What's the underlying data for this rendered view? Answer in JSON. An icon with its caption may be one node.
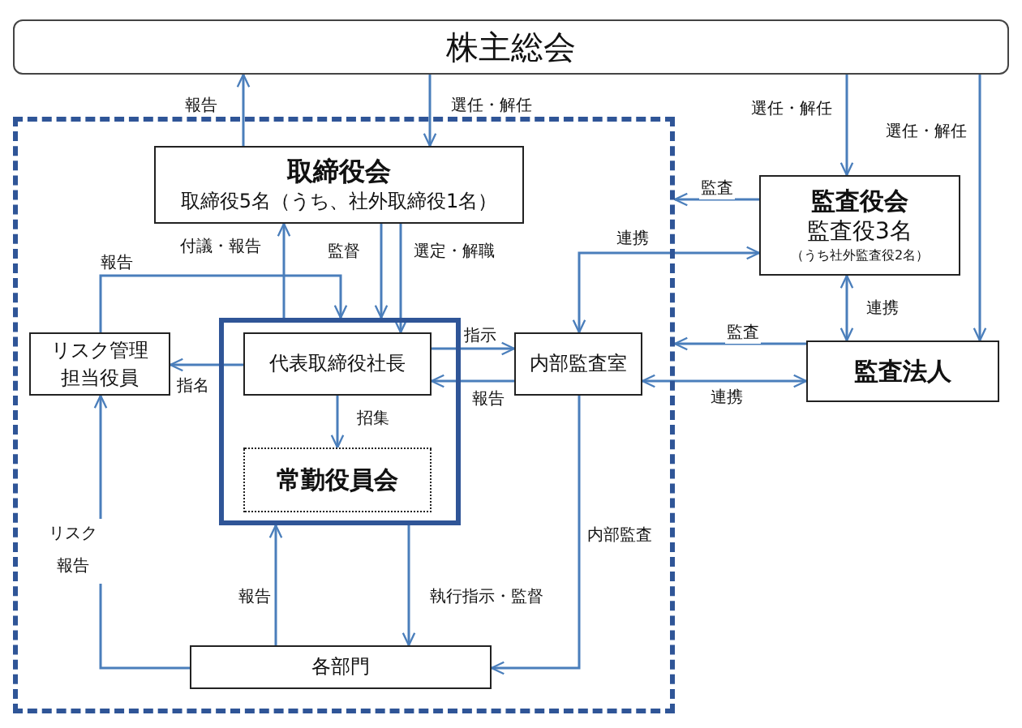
{
  "diagram": {
    "nodes": [
      {
        "text": [
          "株主総会"
        ]
      },
      {
        "text": [],
        "shape": "box"
      },
      {
        "text": [
          "取締役会",
          "取締役5名（うち、社外取締役1名）"
        ],
        "in": 1
      },
      {
        "text": [],
        "shape": "box",
        "in": 1
      },
      {
        "text": [
          "代表取締役社長"
        ],
        "in": 3
      },
      {
        "text": [
          "常勤役員会"
        ],
        "in": 3
      },
      {
        "text": [
          "リスク管理担当役員"
        ],
        "in": 1
      },
      {
        "text": [
          "内部監査室"
        ],
        "in": 1
      },
      {
        "text": [
          "各部門"
        ],
        "in": 1
      },
      {
        "text": [
          "監査役会",
          "監査役3名",
          "（うち社外監査役2名）"
        ]
      },
      {
        "text": [
          "監査法人"
        ]
      }
    ],
    "edges": [
      {
        "from": 2,
        "to": 0,
        "arrow": "to",
        "label": "報告"
      },
      {
        "from": 0,
        "to": 2,
        "arrow": "to",
        "label": "選任・解任"
      },
      {
        "from": 0,
        "to": 9,
        "arrow": "to",
        "label": "選任・解任"
      },
      {
        "from": 0,
        "to": 10,
        "arrow": "to",
        "label": "選任・解任"
      },
      {
        "from": 9,
        "to": 1,
        "arrow": "to",
        "label": "監査"
      },
      {
        "from": 7,
        "to": 9,
        "arrow": "both",
        "label": "連携"
      },
      {
        "from": 9,
        "to": 10,
        "arrow": "both",
        "label": "連携"
      },
      {
        "from": 10,
        "to": 1,
        "arrow": "to",
        "label": "監査"
      },
      {
        "from": 7,
        "to": 10,
        "arrow": "both",
        "label": "連携"
      },
      {
        "from": 3,
        "to": 2,
        "arrow": "to",
        "label": "付議・報告"
      },
      {
        "from": 2,
        "to": 3,
        "arrow": "to",
        "label": "監督"
      },
      {
        "from": 2,
        "to": 4,
        "arrow": "to",
        "label": "選定・解職"
      },
      {
        "from": 6,
        "to": 3,
        "arrow": "to",
        "label": "報告"
      },
      {
        "from": 4,
        "to": 6,
        "arrow": "to",
        "label": "指名"
      },
      {
        "from": 4,
        "to": 7,
        "arrow": "to",
        "label": "指示"
      },
      {
        "from": 7,
        "to": 4,
        "arrow": "to",
        "label": "報告"
      },
      {
        "from": 4,
        "to": 5,
        "arrow": "to",
        "label": "招集"
      },
      {
        "from": 8,
        "to": 6,
        "arrow": "to",
        "label": "リスク報告"
      },
      {
        "from": 8,
        "to": 3,
        "arrow": "to",
        "label": "報告"
      },
      {
        "from": 3,
        "to": 8,
        "arrow": "to",
        "label": "執行指示・監督"
      },
      {
        "from": 7,
        "to": 8,
        "arrow": "to",
        "label": "内部監査"
      }
    ]
  }
}
